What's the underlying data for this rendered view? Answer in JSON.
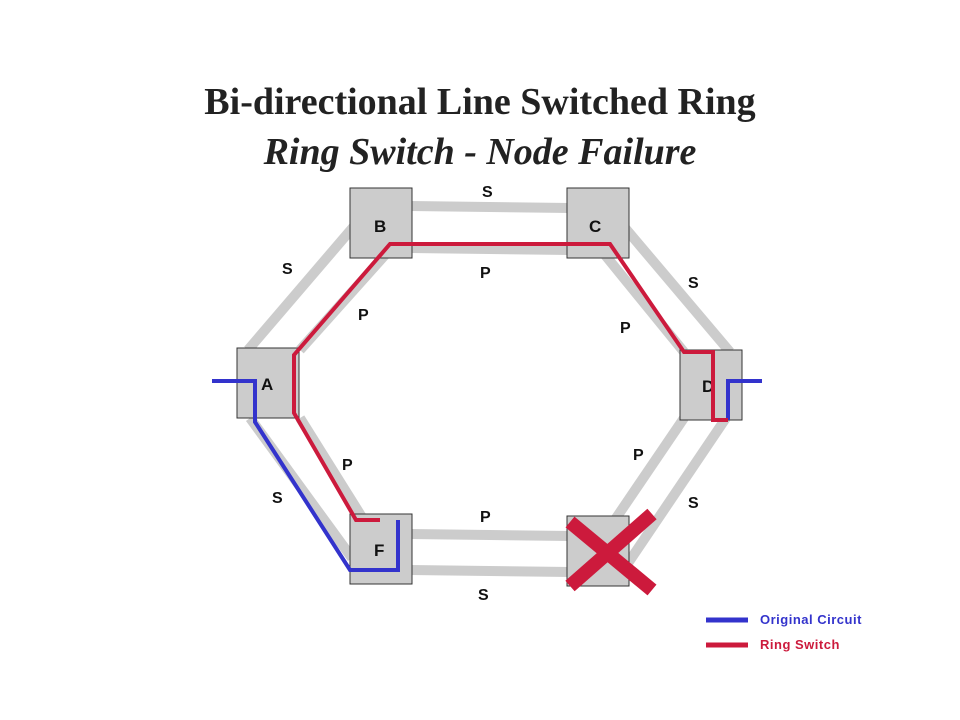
{
  "title": {
    "line1": "Bi-directional Line Switched Ring",
    "line2": "Ring Switch - Node Failure"
  },
  "colors": {
    "fiber": "#cccccc",
    "node_fill": "#cccccc",
    "node_border": "#333333",
    "original_circuit": "#3333cc",
    "ring_switch": "#cc1a3c",
    "failure_mark": "#cc1a3c"
  },
  "nodes": {
    "A": "A",
    "B": "B",
    "C": "C",
    "D": "D",
    "F": "F"
  },
  "link_labels": {
    "bc_s": "S",
    "bc_p": "P",
    "ab_s": "S",
    "ab_p": "P",
    "cd_s": "S",
    "cd_p": "P",
    "af_p": "P",
    "af_s": "S",
    "de_p": "P",
    "de_s": "S",
    "fe_p": "P",
    "fe_s": "S"
  },
  "failed_node_icon": "x-mark-icon",
  "legend": {
    "original_circuit": "Original Circuit",
    "ring_switch": "Ring Switch"
  }
}
